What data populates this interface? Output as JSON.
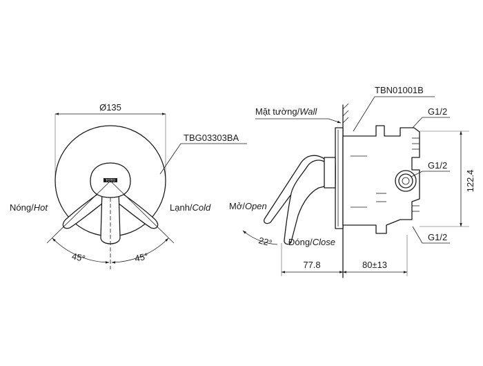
{
  "front_view": {
    "diameter_label": "Ø135",
    "plate_code": "TBG03303BA",
    "brand": "TOTO",
    "hot_label": {
      "prefix": "Nóng/",
      "italic": "Hot"
    },
    "cold_label": {
      "prefix": "Lạnh/",
      "italic": "Cold"
    },
    "angle_left": "45°",
    "angle_right": "45°"
  },
  "side_view": {
    "wall_label": {
      "prefix": "Mặt tường/",
      "italic": "Wall"
    },
    "valve_code": "TBN01001B",
    "port_top": "G1/2",
    "port_middle": "G1/2",
    "port_bottom": "G1/2",
    "open_label": {
      "prefix": "Mở/",
      "italic": "Open"
    },
    "close_label": {
      "prefix": "Đóng/",
      "italic": "Close"
    },
    "angle_open": "22°",
    "dim_handle": "77.8",
    "dim_body": "80±13",
    "dim_height": "122.4"
  }
}
